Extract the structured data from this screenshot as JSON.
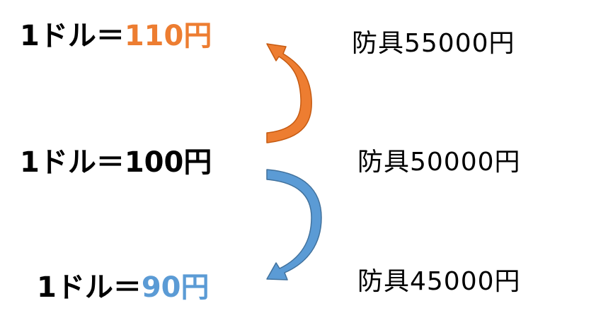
{
  "rates": {
    "high": {
      "prefix": "1ドル＝",
      "value": "110円",
      "color": "#ed7d31"
    },
    "base": {
      "prefix": "1ドル＝",
      "value": "100円",
      "color": "#000000"
    },
    "low": {
      "prefix": "1ドル＝",
      "value": "90円",
      "color": "#5b9bd5"
    }
  },
  "prices": {
    "high": "防具55000円",
    "base": "防具50000円",
    "low": "防具45000円"
  },
  "arrows": {
    "up": {
      "color": "#ed7d31",
      "direction": "up"
    },
    "down": {
      "color": "#5b9bd5",
      "direction": "down"
    }
  }
}
